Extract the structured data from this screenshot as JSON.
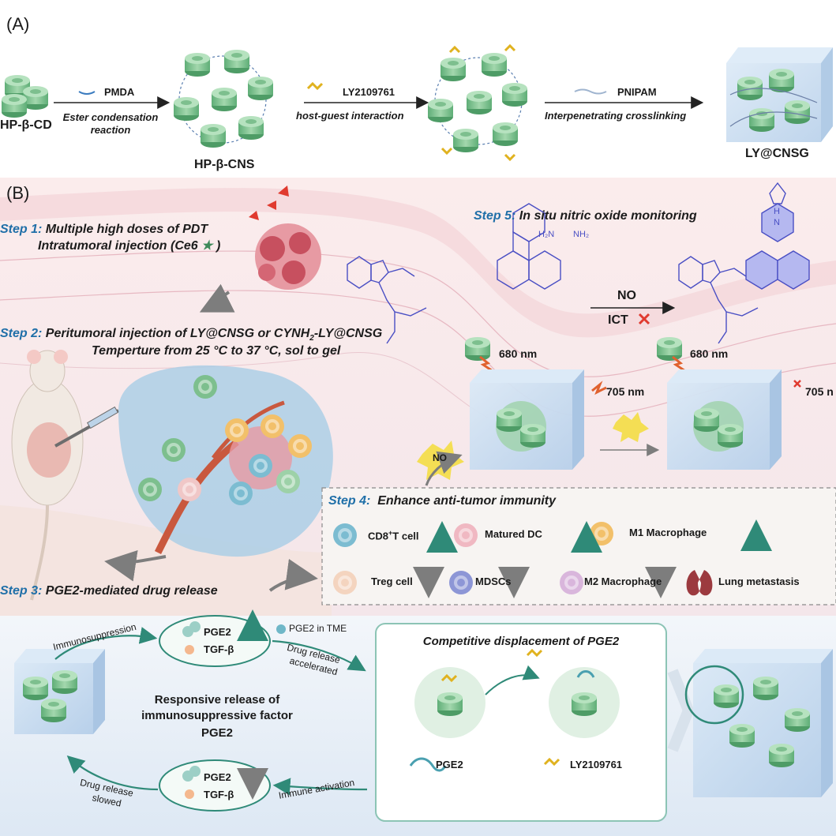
{
  "panel_a": {
    "label": "(A)",
    "hp_b_cd": "HP-β-CD",
    "pmda": "PMDA",
    "ester1": "Ester condensation",
    "ester2": "reaction",
    "hp_b_cns": "HP-β-CNS",
    "ly": "LY2109761",
    "host_guest": "host-guest interaction",
    "pnipam": "PNIPAM",
    "crosslink": "Interpenetrating crosslinking",
    "ly_cnsg": "LY@CNSG"
  },
  "panel_b": {
    "label": "(B)",
    "step1_num": "Step 1:",
    "step1_text": "Multiple high doses of PDT",
    "step1_sub_pre": "Intratumoral injection (Ce6",
    "step1_sub_post": ")",
    "step2_num": "Step 2:",
    "step2_text_pre": "Peritumoral injection of LY@CNSG or CYNH",
    "step2_sub": "2",
    "step2_text_post": "-LY@CNSG",
    "step2_sub2": "Temperture from 25 °C to 37 °C, sol to gel",
    "step3_num": "Step 3:",
    "step3_text": "PGE2-mediated drug release",
    "step4_num": "Step 4:",
    "step4_text": "Enhance anti-tumor immunity",
    "step5_num": "Step 5:",
    "step5_text": "In situ nitric oxide monitoring",
    "h2n": "H₂N",
    "nh2": "NH₂",
    "h": "H",
    "n": "N",
    "no_arrow": "NO",
    "ict": "ICT",
    "nm680a": "680 nm",
    "nm680b": "680 nm",
    "nm705a": "705 nm",
    "nm705b": "705 n",
    "no_bubble": "NO",
    "cells": {
      "cd8_pre": "CD8",
      "cd8_sup": "+",
      "cd8_post": "T cell",
      "dc": "Matured DC",
      "m1": "M1 Macrophage",
      "treg": "Treg cell",
      "mdsc": "MDSCs",
      "m2": "M2 Macrophage",
      "lung": "Lung metastasis"
    }
  },
  "bottom": {
    "immunosuppression": "Immunosuppression",
    "pge2_top": "PGE2",
    "tgf_top": "TGF-β",
    "pge2_tme": "PGE2 in TME",
    "drug_acc1": "Drug release",
    "drug_acc2": "accelerated",
    "resp1": "Responsive release of",
    "resp2": "immunosuppressive factor",
    "resp3": "PGE2",
    "pge2_bot": "PGE2",
    "tgf_bot": "TGF-β",
    "drug_slow1": "Drug release",
    "drug_slow2": "slowed",
    "immune_act": "Immune activation",
    "comp_title": "Competitive displacement of PGE2",
    "pge2_label": "PGE2",
    "ly_label": "LY2109761"
  },
  "colors": {
    "green_cd": "#7dbf8e",
    "dark_green": "#3d8a5a",
    "gel_blue": "#c6dcef",
    "tissue_pink": "#f6dede",
    "arrow_teal": "#2f8a78",
    "step_blue": "#1f6fa8",
    "red_x": "#e03a2f",
    "dye_blue": "#4a4fc4"
  }
}
